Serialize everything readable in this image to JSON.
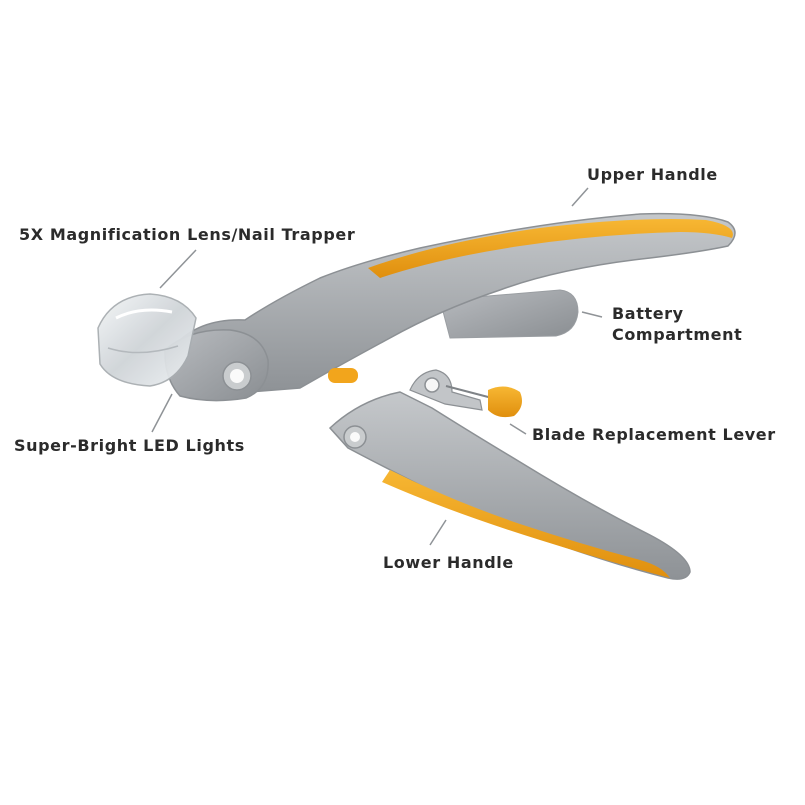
{
  "labels": {
    "upper_handle": "Upper Handle",
    "magnification_lens": "5X Magnification Lens/Nail Trapper",
    "battery_line1": "Battery",
    "battery_line2": "Compartment",
    "led_lights": "Super-Bright LED Lights",
    "blade_lever": "Blade Replacement Lever",
    "lower_handle": "Lower Handle"
  },
  "colors": {
    "body_gray": "#a9adb1",
    "grip_orange": "#f2a51c",
    "lens_clear": "#e6eaed",
    "leader_line": "#8f9397",
    "text": "#2b2b2b"
  }
}
